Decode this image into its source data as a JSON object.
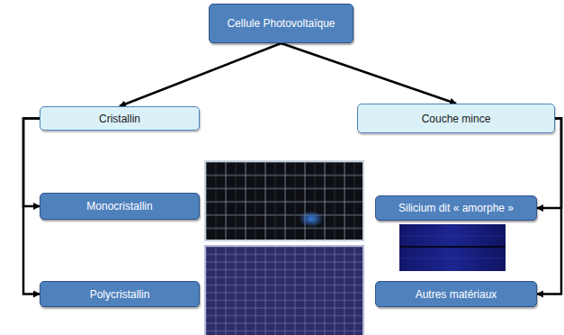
{
  "diagram": {
    "nodes": [
      {
        "text": [
          "Cellule Photovoltaïque"
        ]
      },
      {
        "text": [
          "Cristallin"
        ]
      },
      {
        "text": [
          "Couche mince"
        ]
      },
      {
        "text": [
          "Monocristallin"
        ]
      },
      {
        "text": [
          "Silicium dit « amorphe »"
        ]
      },
      {
        "text": [
          "Polycristallin"
        ]
      },
      {
        "text": [
          "Autres matériaux"
        ]
      }
    ],
    "edges": [
      {
        "from": 0,
        "to": 1,
        "arrow": "to"
      },
      {
        "from": 0,
        "to": 2,
        "arrow": "to"
      },
      {
        "from": 1,
        "to": 3,
        "arrow": "to"
      },
      {
        "from": 1,
        "to": 5,
        "arrow": "to"
      },
      {
        "from": 2,
        "to": 4,
        "arrow": "to"
      },
      {
        "from": 2,
        "to": 6,
        "arrow": "to"
      }
    ]
  }
}
